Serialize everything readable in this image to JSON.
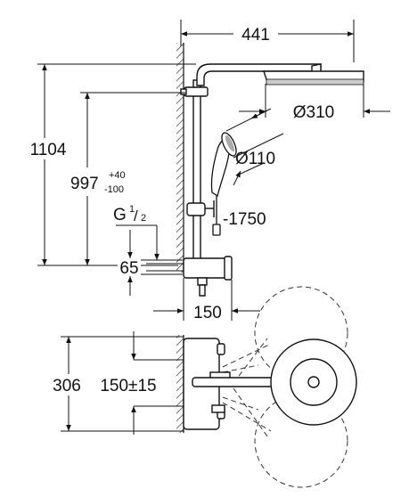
{
  "drawing": {
    "width_441": "441",
    "diameter_head": "Ø310",
    "height_1104": "1104",
    "height_997": "997",
    "tol_plus": "+40",
    "tol_minus": "-100",
    "diameter_hand": "Ø110",
    "g_thread_base": "G",
    "g_thread_num": "1",
    "g_thread_den": "2",
    "hose_1750": "-1750",
    "dim_65": "65",
    "depth_150": "150",
    "width_306": "306",
    "spacing": "150±15"
  },
  "colors": {
    "line": "#111111",
    "dash": "#333333"
  }
}
